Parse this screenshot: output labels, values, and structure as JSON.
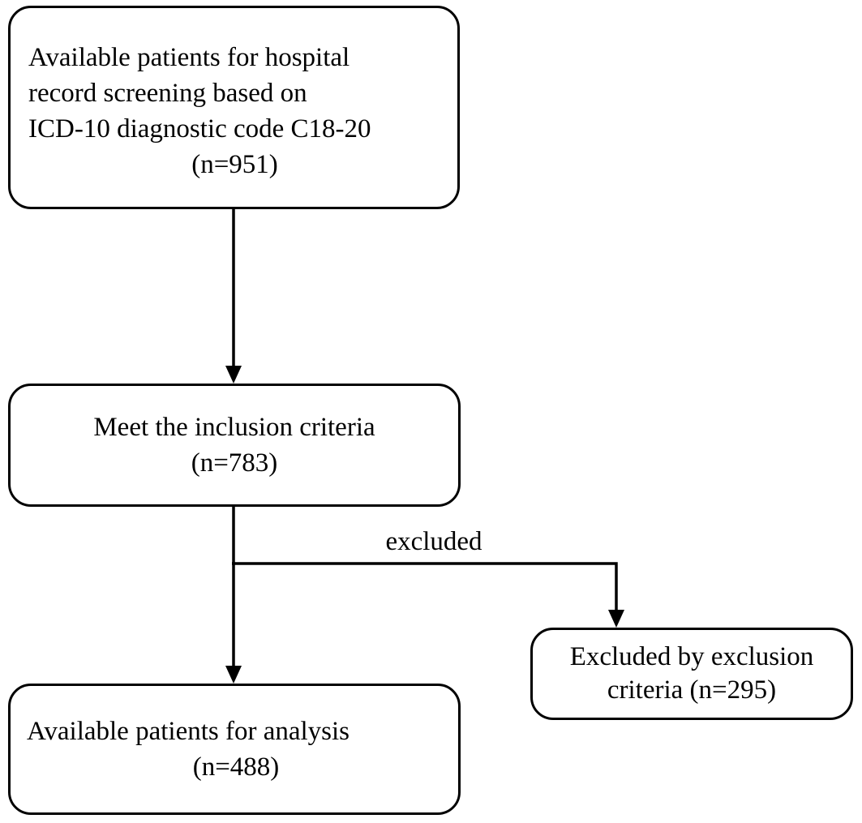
{
  "diagram": {
    "type": "flowchart",
    "background_color": "#ffffff",
    "stroke_color": "#000000",
    "text_color": "#000000",
    "boxes": {
      "screening": {
        "lines": [
          "Available patients for hospital",
          "record screening based on",
          "ICD-10 diagnostic code C18-20"
        ],
        "count": "(n=951)"
      },
      "inclusion": {
        "line": "Meet the inclusion criteria",
        "count": "(n=783)"
      },
      "exclusion": {
        "lines": [
          "Excluded by exclusion",
          "criteria (n=295)"
        ]
      },
      "analysis": {
        "line": "Available patients for analysis",
        "count": "(n=488)"
      }
    },
    "edge_labels": {
      "excluded": "excluded"
    }
  }
}
